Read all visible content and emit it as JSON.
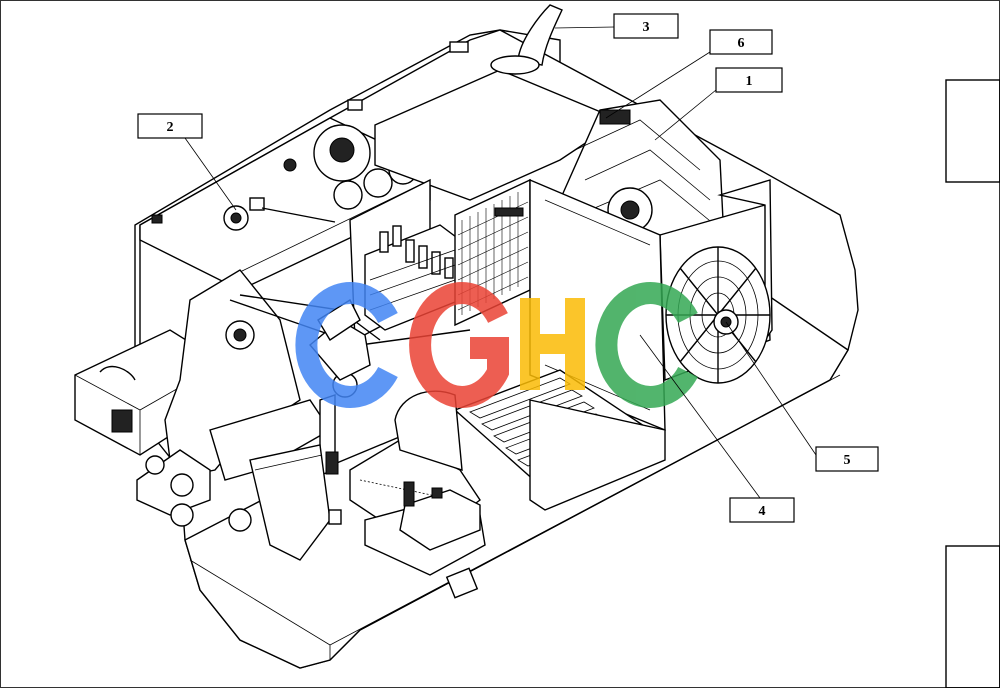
{
  "diagram": {
    "callouts": [
      {
        "id": "c1",
        "label": "1"
      },
      {
        "id": "c2",
        "label": "2"
      },
      {
        "id": "c3",
        "label": "3"
      },
      {
        "id": "c4",
        "label": "4"
      },
      {
        "id": "c5",
        "label": "5"
      },
      {
        "id": "c6",
        "label": "6"
      }
    ],
    "watermark": {
      "text": "CGHC",
      "colors": [
        "#4285F4",
        "#EA4335",
        "#FBBC05",
        "#34A853"
      ]
    }
  }
}
